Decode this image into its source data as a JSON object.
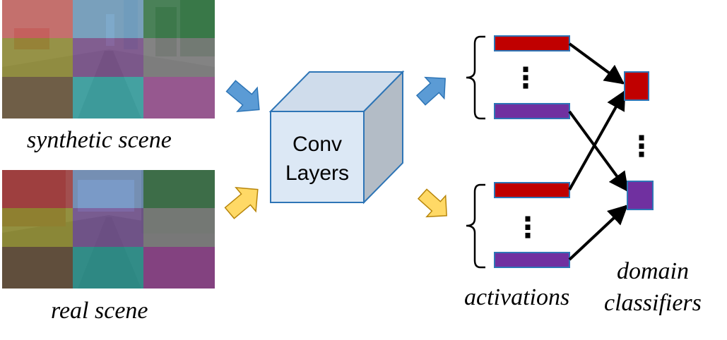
{
  "scenes": {
    "synthetic": {
      "caption": "synthetic scene",
      "grid_colors": [
        [
          "#e8736f",
          "#7fb6dd",
          "#3f8a52"
        ],
        [
          "#a8a23a",
          "#8a5aa0",
          "#8e8e8e"
        ],
        [
          "#7a6242",
          "#3fbfbf",
          "#b05aa6"
        ]
      ]
    },
    "real": {
      "caption": "real scene",
      "grid_colors": [
        [
          "#b84545",
          "#7a9ed0",
          "#3e7c4e"
        ],
        [
          "#a4a030",
          "#7e58a0",
          "#8a8a8a"
        ],
        [
          "#6a5038",
          "#2aa6a0",
          "#9a4096"
        ]
      ]
    }
  },
  "arrows": {
    "synthetic_color": "#5b9bd5",
    "real_color": "#ffd966"
  },
  "conv": {
    "line1": "Conv",
    "line2": "Layers",
    "front_color": "#dce8f5",
    "side_color": "#b3bcc6",
    "stroke_color": "#2e75b6"
  },
  "activations": {
    "label": "activations",
    "red": "#c00000",
    "purple": "#7030a0",
    "ellipsis": "⋮"
  },
  "classifiers": {
    "label_line1": "domain",
    "label_line2": "classifiers",
    "ellipsis": "⋮"
  }
}
